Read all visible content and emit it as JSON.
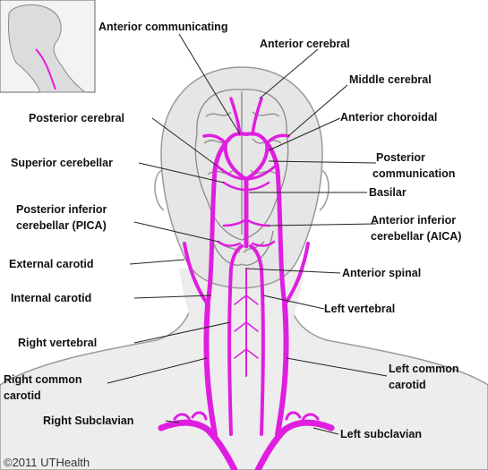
{
  "diagram": {
    "copyright": "©2011 UTHealth",
    "colors": {
      "artery": "#e01ee0",
      "text": "#111111",
      "skin": "#ececec",
      "outline": "#9a9a9a",
      "leader": "#222222"
    },
    "labels": {
      "anterior_communicating": "Anterior communicating",
      "anterior_cerebral": "Anterior cerebral",
      "middle_cerebral": "Middle cerebral",
      "posterior_cerebral": "Posterior cerebral",
      "anterior_choroidal": "Anterior choroidal",
      "superior_cerebellar": "Superior cerebellar",
      "posterior_communication_1": "Posterior",
      "posterior_communication_2": "communication",
      "basilar": "Basilar",
      "pica_1": "Posterior inferior",
      "pica_2": "cerebellar (PICA)",
      "aica_1": "Anterior inferior",
      "aica_2": "cerebellar (AICA)",
      "external_carotid": "External carotid",
      "anterior_spinal": "Anterior spinal",
      "internal_carotid": "Internal carotid",
      "left_vertebral": "Left vertebral",
      "right_vertebral": "Right vertebral",
      "right_common_carotid_1": "Right  common",
      "right_common_carotid_2": "carotid",
      "left_common_carotid_1": "Left common",
      "left_common_carotid_2": "carotid",
      "right_subclavian": "Right Subclavian",
      "left_subclavian": "Left subclavian"
    }
  }
}
